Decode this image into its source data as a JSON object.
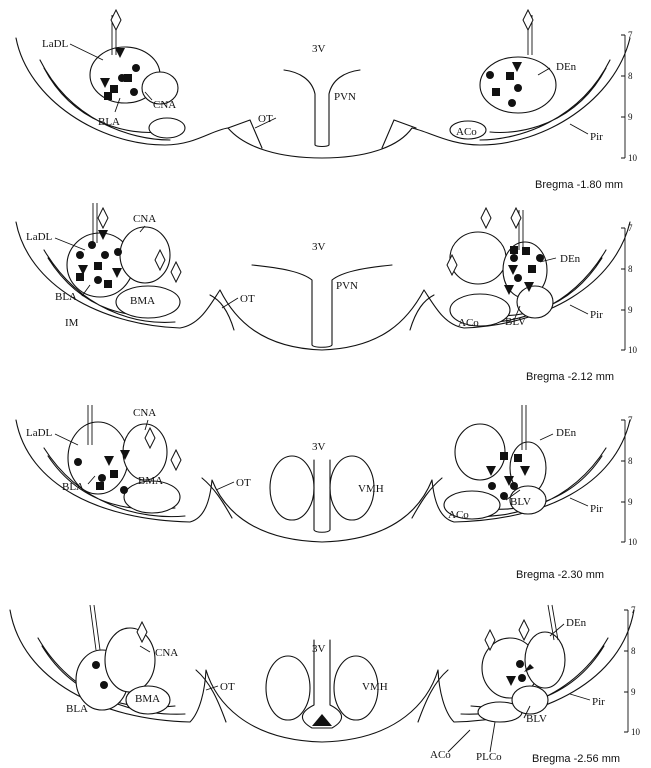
{
  "panels": [
    {
      "caption": "Bregma -1.80 mm",
      "labels": {
        "LaDL": "LaDL",
        "BLA": "BLA",
        "CNA": "CNA",
        "v3": "3V",
        "PVN": "PVN",
        "OT": "OT",
        "ACo": "ACo",
        "DEn": "DEn",
        "Pir": "Pir"
      }
    },
    {
      "caption": "Bregma -2.12 mm",
      "labels": {
        "LaDL": "LaDL",
        "CNA": "CNA",
        "BLA": "BLA",
        "BMA": "BMA",
        "IM": "IM",
        "v3": "3V",
        "PVN": "PVN",
        "OT": "OT",
        "ACo": "ACo",
        "BLV": "BLV",
        "DEn": "DEn",
        "Pir": "Pir"
      }
    },
    {
      "caption": "Bregma -2.30 mm",
      "labels": {
        "LaDL": "LaDL",
        "CNA": "CNA",
        "BLA": "BLA",
        "BMA": "BMA",
        "v3": "3V",
        "VMH": "VMH",
        "OT": "OT",
        "ACo": "ACo",
        "BLV": "BLV",
        "DEn": "DEn",
        "Pir": "Pir"
      }
    },
    {
      "caption": "Bregma -2.56 mm",
      "labels": {
        "BLA": "BLA",
        "CNA": "CNA",
        "BMA": "BMA",
        "v3": "3V",
        "VMH": "VMH",
        "OT": "OT",
        "ACo": "ACo",
        "PLCo": "PLCo",
        "BLV": "BLV",
        "DEn": "DEn",
        "Pir": "Pir"
      }
    }
  ],
  "scale_ticks": [
    "7",
    "8",
    "9",
    "10"
  ],
  "marker_legend": {
    "diamond": "open diamond",
    "circle": "filled circle",
    "square": "filled square",
    "triangle": "filled triangle"
  }
}
